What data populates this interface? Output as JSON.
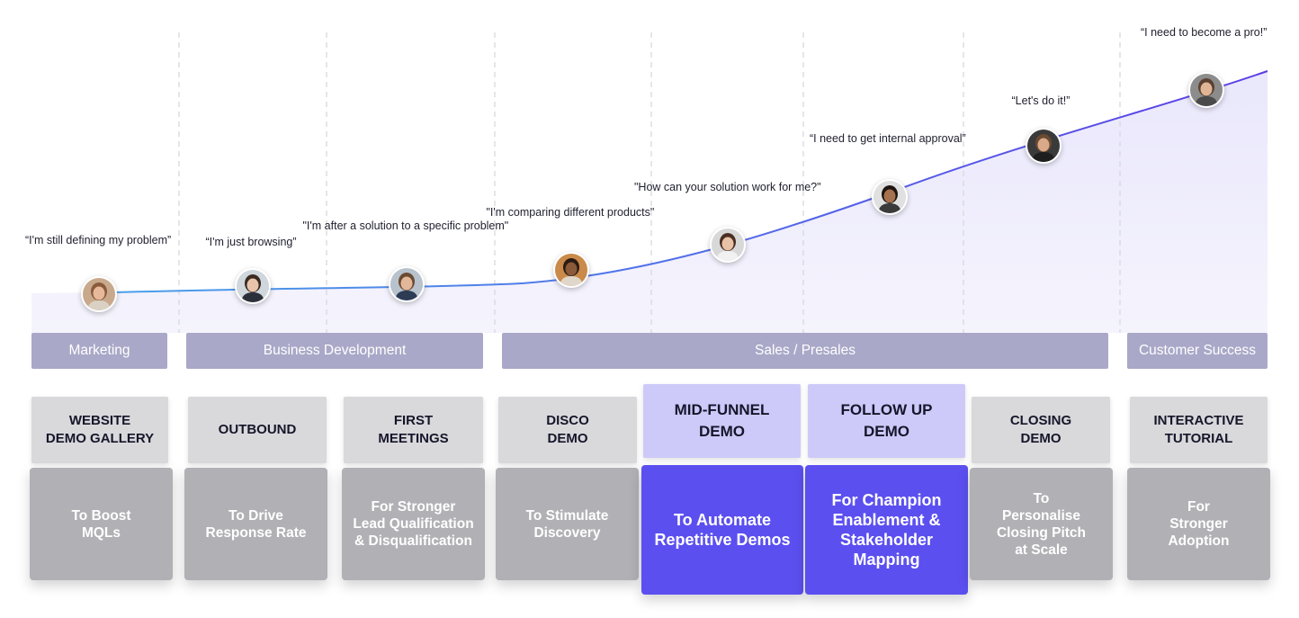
{
  "colors": {
    "curve_start": "#4aa0ea",
    "curve_end": "#5b3ee6",
    "stage_bar": "#a9a8c8",
    "top_card": "#d9d9dc",
    "bottom_card": "#b1b0b5",
    "highlight_top": "#cdcafa",
    "highlight_bottom": "#5b4ff0",
    "divider": "#d6d6dc"
  },
  "quotes": [
    "“I'm still defining my\nproblem”",
    "“I'm just browsing”",
    "\"I'm after a solution to\na specific problem\"",
    "\"I'm comparing\ndifferent products\"",
    "\"How can your\nsolution work for me?\"",
    "“I need to get\ninternal approval”",
    "“Let's do it!”",
    "“I need to become\na pro!”"
  ],
  "avatars": [
    "avatar-woman-glasses",
    "avatar-woman-dark-hair",
    "avatar-man-suit",
    "avatar-man-beard",
    "avatar-woman-long-hair",
    "avatar-woman-curly-hair",
    "avatar-man-bald-beard",
    "avatar-man-smiling"
  ],
  "stages": [
    "Marketing",
    "Business Development",
    "Sales / Presales",
    "Customer Success"
  ],
  "demos": [
    {
      "title": "WEBSITE\nDEMO GALLERY",
      "goal": "To Boost\nMQLs",
      "highlight": false
    },
    {
      "title": "OUTBOUND",
      "goal": "To Drive\nResponse Rate",
      "highlight": false
    },
    {
      "title": "FIRST\nMEETINGS",
      "goal": "For Stronger\nLead Qualification\n& Disqualification",
      "highlight": false
    },
    {
      "title": "DISCO\nDEMO",
      "goal": "To Stimulate\nDiscovery",
      "highlight": false
    },
    {
      "title": "MID-FUNNEL\nDEMO",
      "goal": "To Automate\nRepetitive Demos",
      "highlight": true
    },
    {
      "title": "FOLLOW UP\nDEMO",
      "goal": "For Champion\nEnablement &\nStakeholder\nMapping",
      "highlight": true
    },
    {
      "title": "CLOSING\nDEMO",
      "goal": "To\nPersonalise\nClosing Pitch\nat Scale",
      "highlight": false
    },
    {
      "title": "INTERACTIVE\nTUTORIAL",
      "goal": "For\nStronger\nAdoption",
      "highlight": false
    }
  ]
}
